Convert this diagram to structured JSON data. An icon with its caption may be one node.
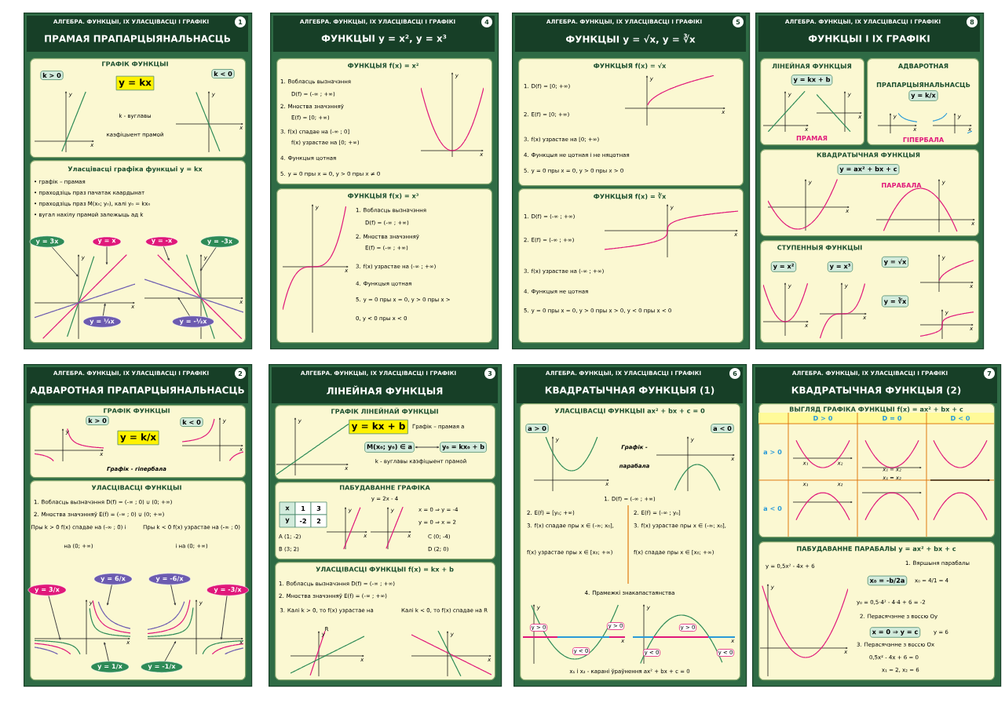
{
  "diagram": {
    "nodes": [
      {
        "text": [
          "АЛГЕБРА. ФУНКЦЫІ, ІХ УЛАСЦІВАСЦІ І ГРАФІКІ",
          "ПРАМАЯ ПРАПАРЦЫЯНАЛЬНАСЦЬ"
        ]
      },
      {
        "text": [
          "1"
        ],
        "in": 0
      },
      {
        "text": [
          "ГРАФІК ФУНКЦЫІ",
          "k - вуглавы каэфіцыент прамой"
        ],
        "in": 0
      },
      {
        "text": [
          "k > 0"
        ],
        "in": 2
      },
      {
        "text": [
          "y = kx"
        ],
        "in": 2
      },
      {
        "text": [
          "k < 0"
        ],
        "in": 2
      },
      {
        "text": [
          "Уласцівасці графіка функцыі y = kx",
          "• графік – прамая",
          "• праходзіць праз пачатак каардынат",
          "• праходзіць праз M(x₀; y₀), калі y₀ = kx₀",
          "• вугал нахілу прамой залежыць ад k"
        ],
        "in": 0
      },
      {
        "text": [
          "y = 3x"
        ],
        "in": 6
      },
      {
        "text": [
          "y = x"
        ],
        "in": 6
      },
      {
        "text": [
          "y = -x"
        ],
        "in": 6
      },
      {
        "text": [
          "y = -3x"
        ],
        "in": 6
      },
      {
        "text": [
          "y = ⅓x"
        ],
        "in": 72
      },
      {
        "text": [
          "y = -⅓x"
        ],
        "in": 73
      },
      {
        "text": [
          "АЛГЕБРА. ФУНКЦЫІ, ІХ УЛАСЦІВАСЦІ І ГРАФІКІ",
          "ФУНКЦЫІ y = x², y = x³"
        ]
      },
      {
        "text": [
          "4"
        ],
        "in": 13
      },
      {
        "text": [
          "ФУНКЦЫЯ f(x) = x²",
          "1. Вобласць вызначэння",
          "D(f) = (-∞ ; +∞)",
          "2. Мноства значэнняў",
          "E(f) = [0; +∞)",
          "3. f(x) спадае на (-∞ ; 0]",
          "f(x) узрастае на [0; +∞)",
          "4. Функцыя цотная",
          "5. y = 0 пры x = 0, y > 0 пры x ≠ 0"
        ],
        "in": 13
      },
      {
        "text": [
          "ФУНКЦЫЯ f(x) = x³",
          "1. Вобласць вызначэння",
          "D(f) = (-∞ ; +∞)",
          "2. Мноства значэнняў",
          "E(f) = (-∞ ; +∞)",
          "3. f(x) узрастае на (-∞ ; +∞)",
          "4. Функцыя цотная",
          "5. y = 0 пры x = 0, y > 0 пры x > 0, y < 0 пры x < 0"
        ],
        "in": 13
      },
      {
        "text": [
          "АЛГЕБРА. ФУНКЦЫІ, ІХ УЛАСЦІВАСЦІ І ГРАФІКІ",
          "ФУНКЦЫІ y = √x, y = ∛x"
        ]
      },
      {
        "text": [
          "5"
        ],
        "in": 17
      },
      {
        "text": [
          "ФУНКЦЫЯ f(x) = √x",
          "1. D(f) = [0; +∞)",
          "2. E(f) = [0; +∞)",
          "3. f(x) узрастае на [0; +∞)",
          "4. Функцыя не цотная і не няцотная",
          "5. y = 0 пры x = 0, y > 0 пры x > 0"
        ],
        "in": 17
      },
      {
        "text": [
          "ФУНКЦЫЯ f(x) = ∛x",
          "1. D(f) = (-∞ ; +∞)",
          "2. E(f) = (-∞ ; +∞)",
          "3. f(x) узрастае на (-∞ ; +∞)",
          "4. Функцыя не цотная",
          "5. y = 0 пры x = 0, y > 0 пры x > 0, y < 0 пры x < 0"
        ],
        "in": 17
      },
      {
        "text": [
          "АЛГЕБРА. ФУНКЦЫІ, ІХ УЛАСЦІВАСЦІ І ГРАФІКІ",
          "ФУНКЦЫІ І ІХ ГРАФІКІ"
        ]
      },
      {
        "text": [
          "8"
        ],
        "in": 21
      },
      {
        "text": [
          "ЛІНЕЙНАЯ ФУНКЦЫЯ",
          "ПРАМАЯ"
        ],
        "in": 21
      },
      {
        "text": [
          "y = kx + b"
        ],
        "in": 23
      },
      {
        "text": [
          "АДВАРОТНАЯ ПРАПАРЦЫЯНАЛЬНАСЦЬ",
          "ГІПЕРБАЛА"
        ],
        "in": 21
      },
      {
        "text": [
          "y = k/x"
        ],
        "in": 25
      },
      {
        "text": [
          "КВАДРАТЫЧНАЯ ФУНКЦЫЯ",
          "ПАРАБАЛА"
        ],
        "in": 21
      },
      {
        "text": [
          "y = ax² + bx + c"
        ],
        "in": 27
      },
      {
        "text": [
          "СТУПЕННЫЯ ФУНКЦЫІ"
        ],
        "in": 21
      },
      {
        "text": [
          "y = x²"
        ],
        "in": 29
      },
      {
        "text": [
          "y = x³"
        ],
        "in": 29
      },
      {
        "text": [
          "y = √x"
        ],
        "in": 29
      },
      {
        "text": [
          "y = ∛x"
        ],
        "in": 29
      },
      {
        "text": [
          "АЛГЕБРА. ФУНКЦЫІ, ІХ УЛАСЦІВАСЦІ І ГРАФІКІ",
          "АДВАРОТНАЯ ПРАПАРЦЫЯНАЛЬНАСЦЬ"
        ]
      },
      {
        "text": [
          "2"
        ],
        "in": 34
      },
      {
        "text": [
          "ГРАФІК ФУНКЦЫІ",
          "Графік - гіпербала"
        ],
        "in": 34
      },
      {
        "text": [
          "k > 0"
        ],
        "in": 36
      },
      {
        "text": [
          "y = k/x"
        ],
        "in": 36
      },
      {
        "text": [
          "k < 0"
        ],
        "in": 36
      },
      {
        "text": [
          "УЛАСЦІВАСЦІ ФУНКЦЫІ",
          "1. Вобласць вызначэння D(f) = (-∞ ; 0) ∪ (0; +∞)",
          "2. Мноства значэнняў E(f) = (-∞ ; 0) ∪ (0; +∞)",
          "Пры k > 0 f(x) спадае на (-∞ ; 0) і на (0; +∞)",
          "Пры k < 0 f(x) узрастае на (-∞ ; 0) і на (0; +∞)"
        ],
        "in": 34
      },
      {
        "text": [
          "y = 6/x"
        ],
        "in": 40
      },
      {
        "text": [
          "y = -6/x"
        ],
        "in": 40
      },
      {
        "text": [
          "y = 3/x"
        ],
        "in": 40
      },
      {
        "text": [
          "y = -3/x"
        ],
        "in": 40
      },
      {
        "text": [
          "y = 1/x"
        ],
        "in": 40
      },
      {
        "text": [
          "y = -1/x"
        ],
        "in": 40
      },
      {
        "text": [
          "АЛГЕБРА. ФУНКЦЫІ, ІХ УЛАСЦІВАСЦІ І ГРАФІКІ",
          "ЛІНЕЙНАЯ ФУНКЦЫЯ"
        ]
      },
      {
        "text": [
          "3"
        ],
        "in": 47
      },
      {
        "text": [
          "ГРАФІК ЛІНЕЙНАЙ ФУНКЦЫІ",
          "Графік – прамая a",
          "k - вуглавы каэфіцыент прамой"
        ],
        "in": 47
      },
      {
        "text": [
          "y = kx + b"
        ],
        "in": 49
      },
      {
        "text": [
          "M(x₀; y₀) ∈ a"
        ],
        "in": 49
      },
      {
        "text": [
          "y₀ = kx₀ + b"
        ],
        "in": 49
      },
      {
        "text": [
          "ПАБУДАВАННЕ ГРАФІКА",
          "y = 2x - 4",
          "A (1; -2)",
          "B (3; 2)",
          "x = 0 ⇒ y = -4",
          "y = 0 ⇒ x = 2",
          "C (0; -4)",
          "D (2; 0)"
        ],
        "in": 47
      },
      {
        "text": [
          "УЛАСЦІВАСЦІ ФУНКЦЫІ f(x) = kx + b",
          "1. Вобласць вызначэння D(f) = (-∞ ; +∞)",
          "2. Мноства значэнняў E(f) = (-∞ ; +∞)",
          "3. Калі k > 0, то f(x) узрастае на R",
          "Калі k < 0, то f(x) спадае на R"
        ],
        "in": 47
      },
      {
        "text": [
          "АЛГЕБРА. ФУНКЦЫІ, ІХ УЛАСЦІВАСЦІ І ГРАФІКІ",
          "КВАДРАТЫЧНАЯ ФУНКЦЫЯ (1)"
        ]
      },
      {
        "text": [
          "6"
        ],
        "in": 55
      },
      {
        "text": [
          "УЛАСЦІВАСЦІ ФУНКЦЫІ ax² + bx + c = 0",
          "Графік - парабала",
          "1. D(f) = (-∞ ; +∞)",
          "2. E(f) = [y₀; +∞)",
          "2. E(f) = (-∞ ; y₀]",
          "3. f(x) спадае пры x ∈ (-∞; x₀],",
          "3. f(x) узрастае пры x ∈ (-∞; x₀],",
          "f(x) узрастае пры x ∈ [x₀; +∞)",
          "f(x) спадае пры x ∈ [x₀; +∞)",
          "4. Прамежкі знакапастаянства",
          "x₁ і x₂ - карані ўраўнення ax² + bx + c = 0"
        ],
        "in": 55
      },
      {
        "text": [
          "a > 0"
        ],
        "in": 57
      },
      {
        "text": [
          "a < 0"
        ],
        "in": 57
      },
      {
        "text": [
          "y > 0"
        ],
        "in": 57
      },
      {
        "text": [
          "y > 0"
        ],
        "in": 57
      },
      {
        "text": [
          "y > 0"
        ],
        "in": 57
      },
      {
        "text": [
          "y < 0"
        ],
        "in": 57
      },
      {
        "text": [
          "y < 0"
        ],
        "in": 57
      },
      {
        "text": [
          "y < 0"
        ],
        "in": 57
      },
      {
        "text": [
          "АЛГЕБРА. ФУНКЦЫІ, ІХ УЛАСЦІВАСЦІ І ГРАФІКІ",
          "КВАДРАТЫЧНАЯ ФУНКЦЫЯ (2)"
        ]
      },
      {
        "text": [
          "7"
        ],
        "in": 66
      },
      {
        "text": [
          "ВЫГЛЯД ГРАФІКА ФУНКЦЫІ f(x) = ax² + bx + c"
        ],
        "in": 66
      },
      {
        "text": [
          "ПАБУДАВАННЕ ПАРАБАЛЫ y = ax² + bx + c",
          "y = 0,5x² - 4x + 6",
          "1. Вяршыня парабалы",
          "x₀ = 4/1 = 4",
          "y₀ = 0,5·4² - 4·4 + 6 = -2",
          "2. Перасячэнне з воссю Oy",
          "y = 6",
          "3. Перасячэнне з воссю Ox",
          "0,5x² - 4x + 6 = 0",
          "x₁ = 2, x₂ = 6"
        ],
        "in": 66
      },
      {
        "text": [
          "x₀ = -b/2a"
        ],
        "in": 69
      },
      {
        "text": [
          "x = 0 ⇒ y = c"
        ],
        "in": 69
      },
      {
        "text": [],
        "shape": "picture",
        "in": 6
      },
      {
        "text": [],
        "shape": "picture",
        "in": 6
      },
      {
        "text": [],
        "shape": "picture",
        "in": 40
      },
      {
        "text": [],
        "shape": "picture",
        "in": 40
      }
    ],
    "edges": [
      {
        "from": 7,
        "to": 72,
        "arrow": "to"
      },
      {
        "from": 8,
        "to": 72,
        "arrow": "to"
      },
      {
        "from": 9,
        "to": 73,
        "arrow": "to"
      },
      {
        "from": 10,
        "to": 73,
        "arrow": "to"
      },
      {
        "from": 11,
        "to": 72,
        "arrow": "to"
      },
      {
        "from": 12,
        "to": 73,
        "arrow": "to"
      },
      {
        "from": 41,
        "to": 74,
        "arrow": "to"
      },
      {
        "from": 42,
        "to": 75,
        "arrow": "to"
      },
      {
        "from": 43,
        "to": 74,
        "arrow": "to"
      },
      {
        "from": 44,
        "to": 75,
        "arrow": "to"
      },
      {
        "from": 45,
        "to": 74,
        "arrow": "to"
      },
      {
        "from": 46,
        "to": 75,
        "arrow": "to"
      },
      {
        "from": 51,
        "to": 52,
        "arrow": "both"
      }
    ],
    "labels": [
      "y",
      "x",
      "y",
      "x",
      "y",
      "x",
      "y",
      "x",
      "y",
      "x",
      "y",
      "x",
      "y",
      "x",
      "y",
      "x",
      "y",
      "x",
      "y",
      "x",
      "y",
      "x",
      "y",
      "x",
      "y",
      "x",
      "y",
      "x",
      "y",
      "x",
      "y",
      "x",
      "y",
      "x",
      "y",
      "x",
      "y",
      "x",
      "y",
      "x",
      "y",
      "x",
      "y",
      "x",
      "y",
      "x",
      "y",
      "x",
      "y",
      "x",
      "y",
      "x",
      "y",
      "x",
      "y",
      "x",
      "y",
      "x",
      "y",
      "x",
      "y",
      "x",
      "y",
      "x",
      "x",
      "1",
      "3",
      "y",
      "-2",
      "2",
      "D > 0",
      "D = 0",
      "D < 0",
      "a > 0",
      "a < 0",
      "x₁",
      "x₂",
      "x₁ = x₂",
      "x₁",
      "x₂",
      "x₁ = x₂"
    ]
  }
}
